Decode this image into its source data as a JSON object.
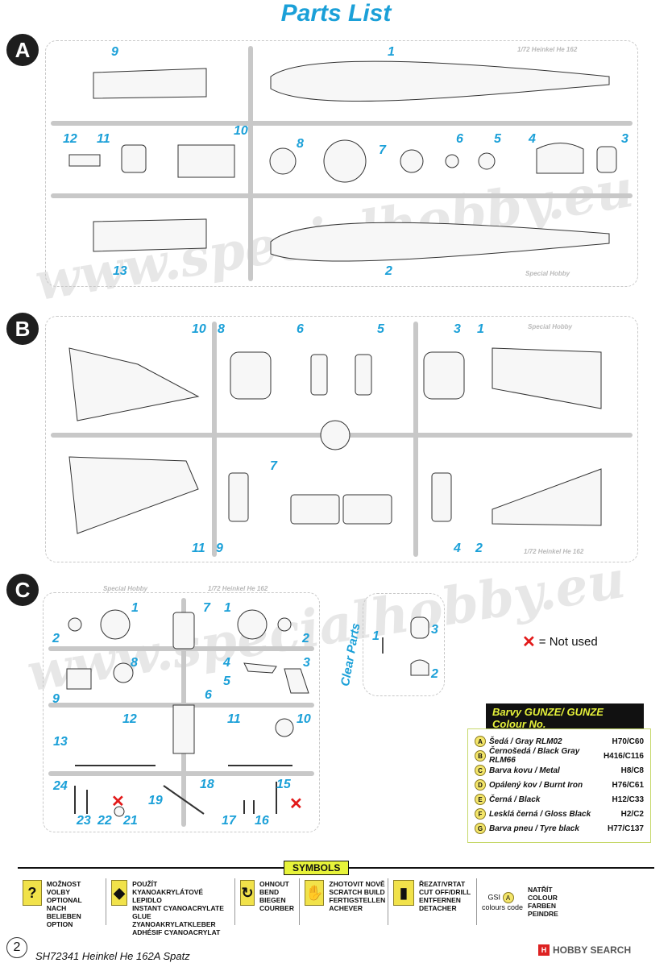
{
  "title": "Parts List",
  "sections": {
    "a": {
      "letter": "A",
      "numbers": [
        "9",
        "1",
        "12",
        "11",
        "10",
        "8",
        "7",
        "6",
        "5",
        "4",
        "3",
        "13",
        "2"
      ],
      "sprue_label_top": "1/72 Heinkel He 162",
      "sprue_label_bottom": "Special Hobby"
    },
    "b": {
      "letter": "B",
      "numbers": [
        "10",
        "8",
        "6",
        "5",
        "3",
        "1",
        "7",
        "11",
        "9",
        "4",
        "2"
      ],
      "sprue_label_top": "Special Hobby",
      "sprue_label_bottom": "1/72 Heinkel He 162"
    },
    "c": {
      "letter": "C",
      "numbers": [
        "1",
        "7",
        "1",
        "2",
        "2",
        "8",
        "4",
        "3",
        "5",
        "9",
        "6",
        "12",
        "11",
        "10",
        "13",
        "24",
        "18",
        "15",
        "19",
        "23",
        "22",
        "21",
        "17",
        "16"
      ],
      "sprue_label_1": "Special Hobby",
      "sprue_label_2": "1/72 Heinkel He 162"
    },
    "clear": {
      "label": "Clear Parts",
      "numbers": [
        "1",
        "3",
        "2"
      ]
    }
  },
  "not_used": {
    "text": "= Not used"
  },
  "watermark": "www.specialhobby.eu",
  "colour_legend": {
    "title": "Barvy GUNZE/ GUNZE Colour No.",
    "rows": [
      {
        "key": "A",
        "name": "Šedá / Gray RLM02",
        "code": "H70/C60"
      },
      {
        "key": "B",
        "name": "Černošedá / Black Gray RLM66",
        "code": "H416/C116"
      },
      {
        "key": "C",
        "name": "Barva kovu / Metal",
        "code": "H8/C8"
      },
      {
        "key": "D",
        "name": "Opálený kov / Burnt Iron",
        "code": "H76/C61"
      },
      {
        "key": "E",
        "name": "Černá / Black",
        "code": "H12/C33"
      },
      {
        "key": "F",
        "name": "Lesklá černá / Gloss Black",
        "code": "H2/C2"
      },
      {
        "key": "G",
        "name": "Barva pneu / Tyre black",
        "code": "H77/C137"
      }
    ]
  },
  "symbols": {
    "title": "SYMBOLS",
    "items": [
      {
        "icon": "?",
        "lines": [
          "MOŽNOST VOLBY",
          "OPTIONAL",
          "NACH BELIEBEN",
          "OPTION"
        ]
      },
      {
        "icon": "◆",
        "lines": [
          "POUŽÍT KYANOAKRYLÁTOVÉ LEPIDLO",
          "INSTANT CYANOACRYLATE GLUE",
          "ZYANOAKRYLATKLEBER",
          "ADHÉSIF CYANOACRYLAT"
        ]
      },
      {
        "icon": "↻",
        "lines": [
          "OHNOUT",
          "BEND",
          "BIEGEN",
          "COURBER"
        ]
      },
      {
        "icon": "✋",
        "lines": [
          "ZHOTOVIT NOVĚ",
          "SCRATCH BUILD",
          "FERTIGSTELLEN",
          "ACHEVER"
        ]
      },
      {
        "icon": "▮",
        "lines": [
          "ŘEZAT/VRTAT",
          "CUT OFF/DRILL",
          "ENTFERNEN",
          "DETACHER"
        ]
      }
    ],
    "gsi": {
      "prefix": "GSI",
      "badge": "A",
      "sub": "colours code",
      "lines": [
        "NATŘÍT",
        "COLOUR",
        "FARBEN",
        "PEINDRE"
      ]
    }
  },
  "footer": {
    "page": "2",
    "product": "SH72341 Heinkel He 162A Spatz",
    "brand": "HOBBY SEARCH"
  }
}
